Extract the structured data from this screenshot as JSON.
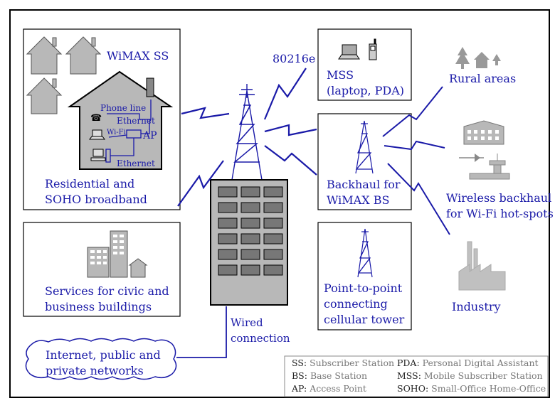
{
  "labels": {
    "wimax_ss": "WiMAX SS",
    "phone_line": "Phone line",
    "ethernet_1": "Ethernet",
    "wifi": "Wi-Fi",
    "ap": "AP",
    "ethernet_2": "Ethernet",
    "residential": "Residential and\nSOHO broadband",
    "civic": "Services for civic and\nbusiness buildings",
    "protocol": "80216e",
    "mss": "MSS\n(laptop, PDA)",
    "backhaul_bs": "Backhaul for\nWiMAX BS",
    "p2p": "Point-to-point\nconnecting\ncellular tower",
    "rural": "Rural areas",
    "wireless_backhaul": "Wireless backhaul\nfor Wi-Fi hot-spots",
    "industry": "Industry",
    "wired": "Wired\nconnection",
    "internet": "Internet, public and\nprivate networks"
  },
  "legend": [
    {
      "key": "SS:",
      "value": "Subscriber Station"
    },
    {
      "key": "BS:",
      "value": "Base Station"
    },
    {
      "key": "AP:",
      "value": "Access Point"
    },
    {
      "key": "PDA:",
      "value": "Personal Digital Assistant"
    },
    {
      "key": "MSS:",
      "value": "Mobile Subscriber Station"
    },
    {
      "key": "SOHO:",
      "value": "Small-Office Home-Office"
    }
  ],
  "colors": {
    "line": "#1a1aa8",
    "building": "#b8b8b8",
    "frame": "#000000"
  }
}
